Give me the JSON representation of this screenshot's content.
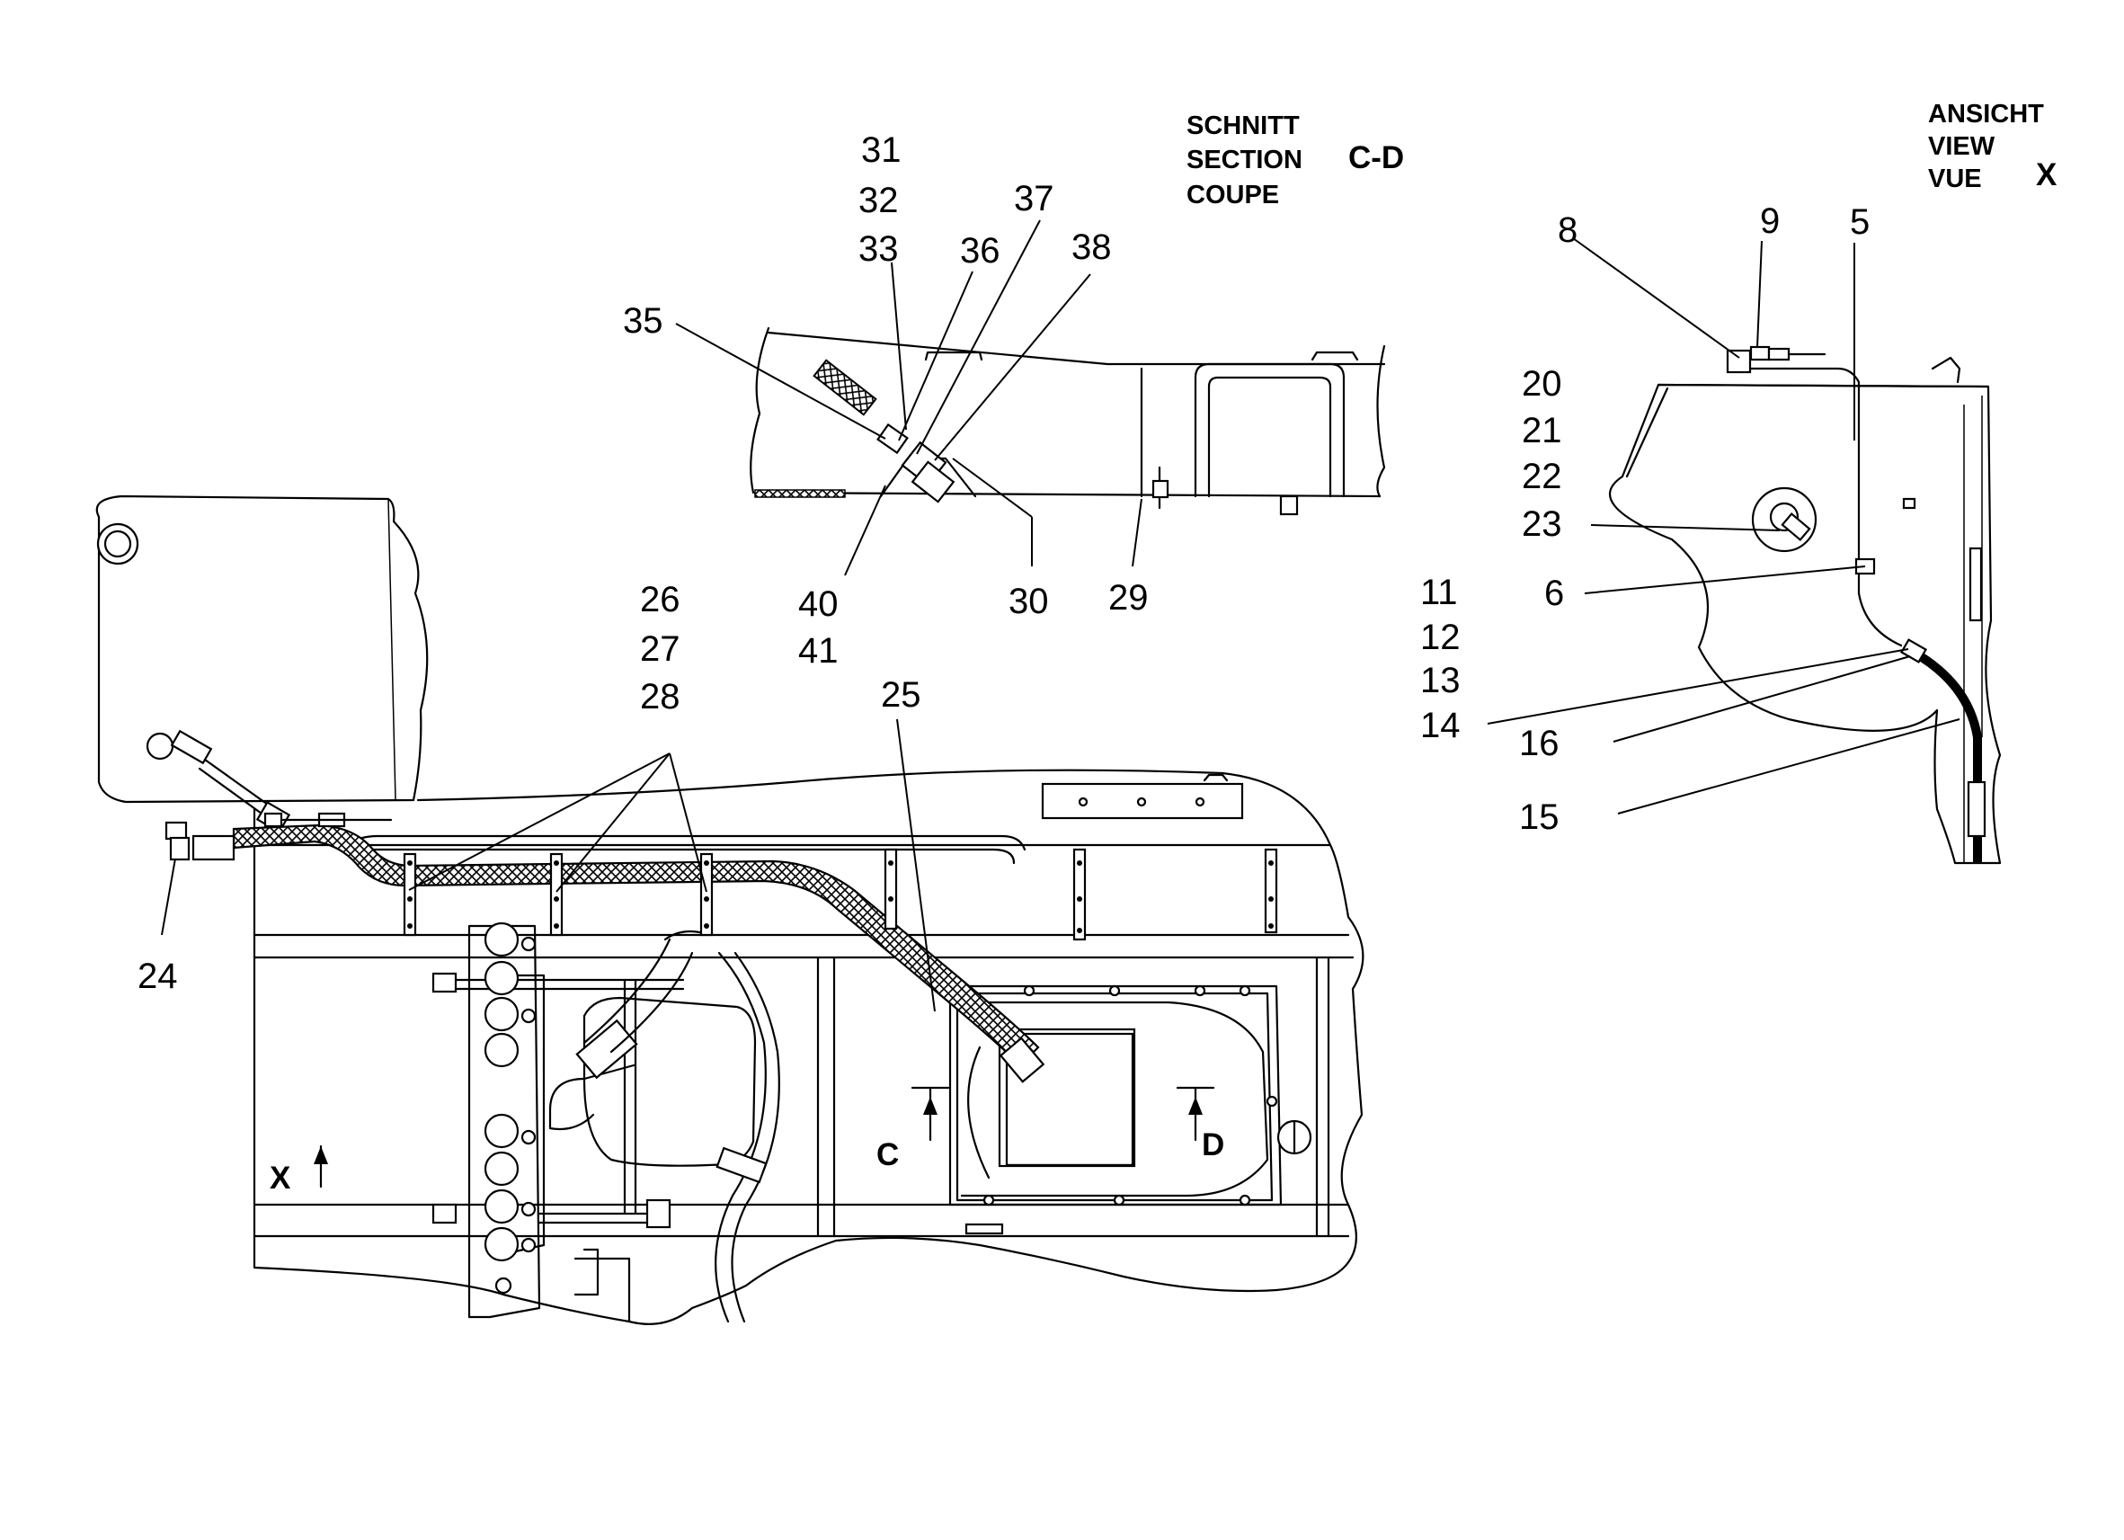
{
  "section_heading": {
    "lines": [
      "SCHNITT",
      "SECTION",
      "COUPE"
    ],
    "id": "C-D"
  },
  "view_heading": {
    "lines": [
      "ANSICHT",
      "VIEW",
      "VUE"
    ],
    "id": "X"
  },
  "section_markers": {
    "c": "C",
    "d": "D",
    "x": "X"
  },
  "callouts": {
    "c31": "31",
    "c32": "32",
    "c33": "33",
    "c35": "35",
    "c36": "36",
    "c37": "37",
    "c38": "38",
    "c40": "40",
    "c41": "41",
    "c30": "30",
    "c29": "29",
    "c26": "26",
    "c27": "27",
    "c28": "28",
    "c25": "25",
    "c24": "24",
    "c8": "8",
    "c9": "9",
    "c5": "5",
    "c20": "20",
    "c21": "21",
    "c22": "22",
    "c23": "23",
    "c6": "6",
    "c11": "11",
    "c12": "12",
    "c13": "13",
    "c14": "14",
    "c16": "16",
    "c15": "15"
  }
}
